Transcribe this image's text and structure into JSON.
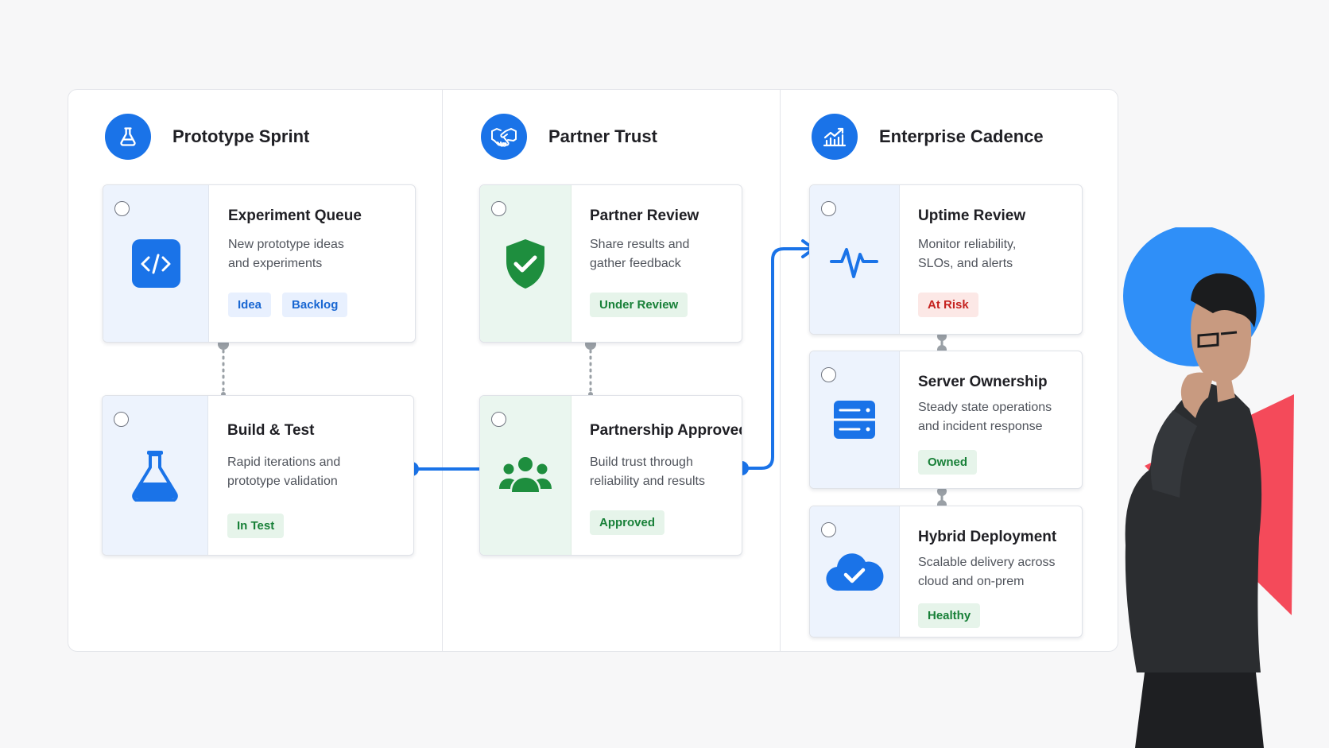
{
  "colors": {
    "accent_blue": "#1a73e8",
    "success_green": "#1e8e3e",
    "alert_red": "#f44a5a",
    "connector_gray": "#9aa0a6"
  },
  "columns": [
    {
      "title": "Prototype Sprint",
      "icon": "flask-icon",
      "cards": [
        {
          "title": "Experiment Queue",
          "desc_line1": "New prototype ideas",
          "desc_line2": "and experiments",
          "icon": "code-icon",
          "tags": [
            "Idea",
            "Backlog"
          ]
        },
        {
          "title": "Build & Test",
          "desc_line1": "Rapid iterations and",
          "desc_line2": "prototype validation",
          "icon": "flask-icon",
          "tags": [
            "In Test"
          ]
        }
      ]
    },
    {
      "title": "Partner Trust",
      "icon": "handshake-icon",
      "cards": [
        {
          "title": "Partner Review",
          "desc_line1": "Share results and",
          "desc_line2": "gather feedback",
          "icon": "shield-check-icon",
          "tags": [
            "Under Review"
          ]
        },
        {
          "title": "Partnership Approved",
          "desc_line1": "Build trust through",
          "desc_line2": "reliability and results",
          "icon": "people-icon",
          "tags": [
            "Approved"
          ]
        }
      ]
    },
    {
      "title": "Enterprise Cadence",
      "icon": "growth-chart-icon",
      "cards": [
        {
          "title": "Uptime Review",
          "desc_line1": "Monitor reliability,",
          "desc_line2": "SLOs, and alerts",
          "icon": "pulse-icon",
          "tags": [
            "At Risk"
          ]
        },
        {
          "title": "Server Ownership",
          "desc_line1": "Steady state operations",
          "desc_line2": "and incident response",
          "icon": "server-icon",
          "tags": [
            "Owned"
          ]
        },
        {
          "title": "Hybrid Deployment",
          "desc_line1": "Scalable delivery across",
          "desc_line2": "cloud and on-prem",
          "icon": "cloud-check-icon",
          "tags": [
            "Healthy"
          ]
        }
      ]
    }
  ]
}
